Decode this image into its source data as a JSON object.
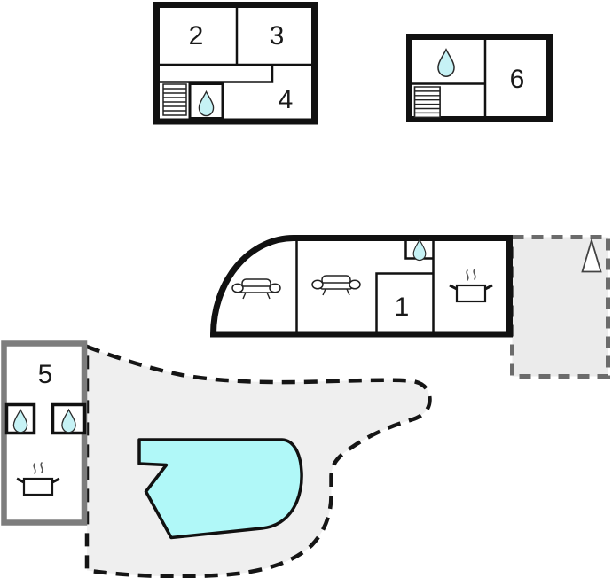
{
  "diagram": {
    "type": "floor-plan",
    "description": "Holiday home floor plan with numbered rooms, two upper-floor buildings, main building, annex and pool terrace",
    "background": "#ffffff"
  },
  "colors": {
    "wall": "#111111",
    "annex_border": "#7d7d7d",
    "water_fill": "#b0f8f8",
    "drop_fill": "#c6f2f5",
    "terrace_small_fill": "#ebebeb",
    "terrace_large_fill": "#efefef",
    "terrace_small_border": "#6b6b6b",
    "terrace_large_border": "#151515"
  },
  "buildings": [
    {
      "id": "upper-left",
      "rooms": [
        {
          "label": "2"
        },
        {
          "label": "3"
        },
        {
          "label": "4"
        }
      ],
      "features": [
        "staircase-icon",
        "water-drop-icon"
      ]
    },
    {
      "id": "upper-right",
      "rooms": [
        {
          "label": "6"
        }
      ],
      "features": [
        "staircase-icon",
        "water-drop-icon"
      ]
    },
    {
      "id": "main-middle",
      "rooms": [
        {
          "label": "1"
        }
      ],
      "features": [
        "sofa-icon",
        "sofa-icon",
        "water-drop-icon",
        "cooking-pot-icon"
      ]
    },
    {
      "id": "annex-left",
      "rooms": [
        {
          "label": "5"
        }
      ],
      "features": [
        "water-drop-icon",
        "water-drop-icon",
        "cooking-pot-icon"
      ]
    }
  ],
  "outdoor": {
    "terrace_small": {
      "feature": "north-arrow-icon"
    },
    "terrace_large": {
      "feature": "swimming-pool"
    }
  }
}
